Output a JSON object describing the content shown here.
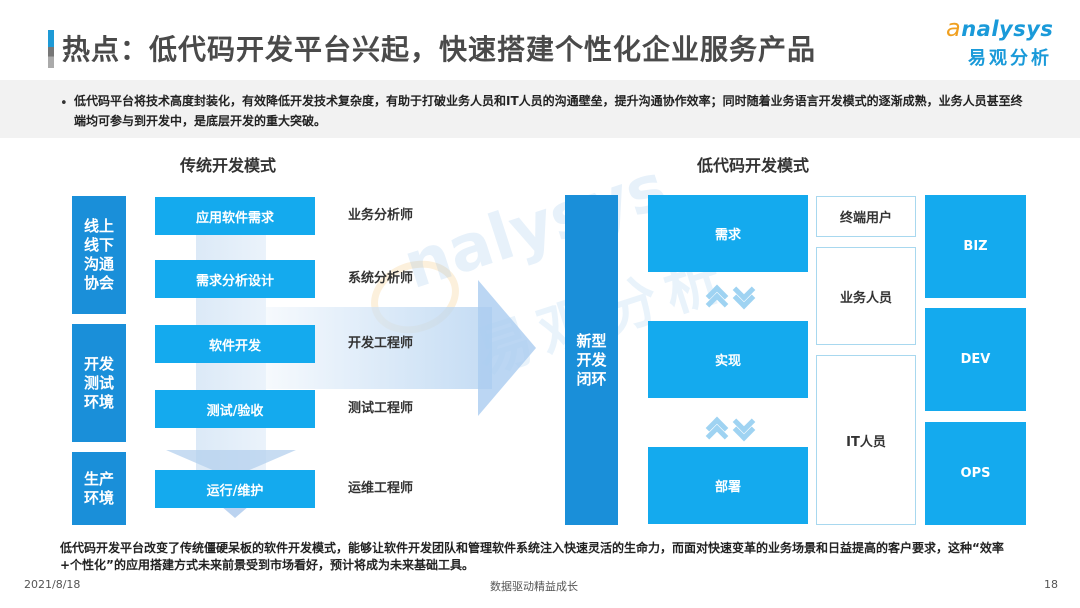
{
  "header": {
    "title": "热点：低代码开发平台兴起，快速搭建个性化企业服务产品",
    "logo_en_initial": "a",
    "logo_en_rest": "nalysys",
    "logo_cn": "易观分析"
  },
  "intro": {
    "bullet": "•",
    "text": "低代码平台将技术高度封装化，有效降低开发技术复杂度，有助于打破业务人员和IT人员的沟通壁垒，提升沟通协作效率；同时随着业务语言开发模式的逐渐成熟，业务人员甚至终端均可参与到开发中，是底层开发的重大突破。"
  },
  "traditional": {
    "title": "传统开发模式",
    "phases": [
      {
        "label": "线上线下沟通协会"
      },
      {
        "label": "开发测试环境"
      },
      {
        "label": "生产环境"
      }
    ],
    "steps": [
      {
        "label": "应用软件需求",
        "role": "业务分析师"
      },
      {
        "label": "需求分析设计",
        "role": "系统分析师"
      },
      {
        "label": "软件开发",
        "role": "开发工程师"
      },
      {
        "label": "测试/验收",
        "role": "测试工程师"
      },
      {
        "label": "运行/维护",
        "role": "运维工程师"
      }
    ]
  },
  "lowcode": {
    "title": "低代码开发模式",
    "loop_label": "新型开发闭环",
    "steps": [
      {
        "label": "需求"
      },
      {
        "label": "实现"
      },
      {
        "label": "部署"
      }
    ],
    "users": [
      {
        "label": "终端用户"
      },
      {
        "label": "业务人员"
      },
      {
        "label": "IT人员"
      }
    ],
    "teams": [
      {
        "label": "BIZ"
      },
      {
        "label": "DEV"
      },
      {
        "label": "OPS"
      }
    ]
  },
  "watermark": {
    "en": "nalysys",
    "cn": "易观分析"
  },
  "conclusion": {
    "text": "低代码开发平台改变了传统僵硬呆板的软件开发模式，能够让软件开发团队和管理软件系统注入快速灵活的生命力，而面对快速变革的业务场景和日益提高的客户要求，这种“效率+个性化”的应用搭建方式未来前景受到市场看好，预计将成为未来基础工具。"
  },
  "footer": {
    "date": "2021/8/18",
    "slogan": "数据驱动精益成长",
    "page": "18"
  },
  "colors": {
    "accent_blue": "#14aaee",
    "dark_blue": "#1a8fd9",
    "logo_orange": "#f0a020",
    "title_gray": "#4a4a4a"
  }
}
